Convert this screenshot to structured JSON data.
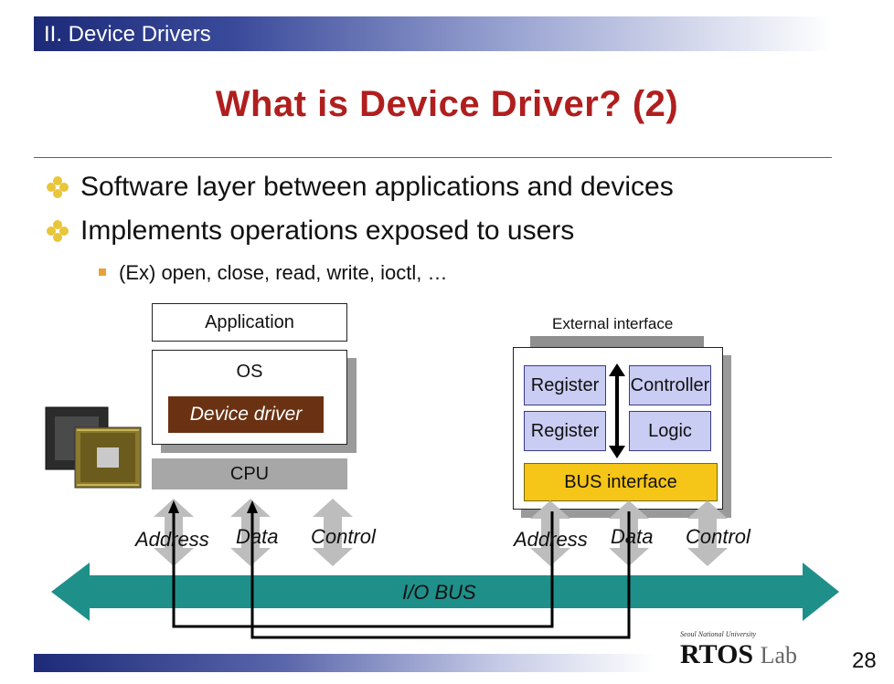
{
  "header": {
    "section": "II. Device Drivers"
  },
  "title": "What is Device Driver? (2)",
  "bullets": [
    "Software layer between applications and devices",
    "Implements operations exposed to users"
  ],
  "sub_bullets": [
    "(Ex) open, close, read, write, ioctl, …"
  ],
  "diagram": {
    "left": {
      "application": "Application",
      "os": "OS",
      "device_driver": "Device driver",
      "cpu": "CPU",
      "address": "Address",
      "data": "Data",
      "control": "Control"
    },
    "right": {
      "external_interface": "External interface",
      "register1": "Register",
      "register2": "Register",
      "controller": "Controller",
      "logic": "Logic",
      "bus_interface": "BUS interface",
      "address": "Address",
      "data": "Data",
      "control": "Control"
    },
    "bus": "I/O BUS"
  },
  "footer": {
    "university": "Seoul National University",
    "lab_rtos": "RTOS",
    "lab_suffix": "Lab",
    "page_number": "28"
  },
  "colors": {
    "title": "#b01e1e",
    "bus": "#1f8f8a",
    "device_driver": "#6a3212",
    "bus_interface": "#f5c518",
    "register": "#c9cdf3"
  }
}
